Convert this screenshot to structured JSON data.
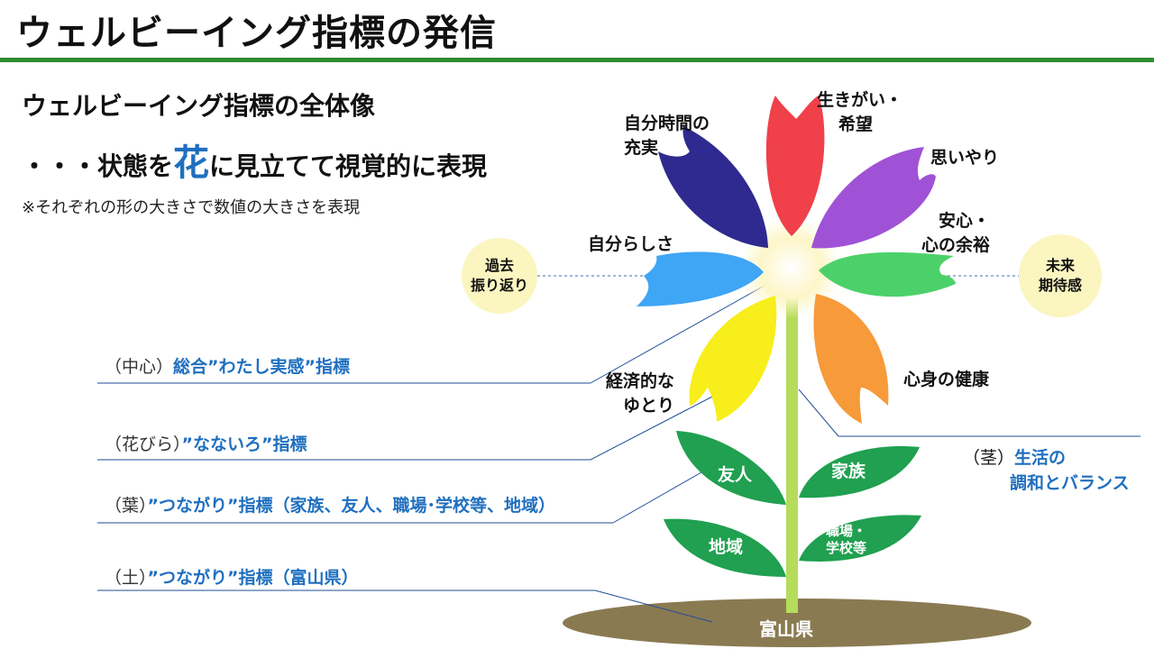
{
  "header": {
    "title": "ウェルビーイング指標の発信"
  },
  "intro": {
    "line1": "ウェルビーイング指標の全体像",
    "line2_prefix": "・・・状態を",
    "line2_emph": "花",
    "line2_suffix": "に見立てて視覚的に表現",
    "note": "※それぞれの形の大きさで数値の大きさを表現"
  },
  "petals": [
    {
      "id": "ikigai",
      "lines": [
        "生きがい・",
        "希望"
      ],
      "color": "#f0404a"
    },
    {
      "id": "omoiyari",
      "lines": [
        "思いやり"
      ],
      "color": "#a052d6"
    },
    {
      "id": "anshin",
      "lines": [
        "安心・",
        "心の余裕"
      ],
      "color": "#4cd16a"
    },
    {
      "id": "kenko",
      "lines": [
        "心身の健康"
      ],
      "color": "#f79a3a"
    },
    {
      "id": "keizai",
      "lines": [
        "経済的な",
        "ゆとり"
      ],
      "color": "#f7ee1c"
    },
    {
      "id": "jibunrashisa",
      "lines": [
        "自分らしさ"
      ],
      "color": "#3fa5f5"
    },
    {
      "id": "jibunjikan",
      "lines": [
        "自分時間の",
        "充実"
      ],
      "color": "#2e2a8f"
    }
  ],
  "leaves": [
    {
      "id": "yujin",
      "label": "友人"
    },
    {
      "id": "kazoku",
      "label": "家族"
    },
    {
      "id": "chiiki",
      "label": "地域"
    },
    {
      "id": "shokuba",
      "label_lines": [
        "職場・",
        "学校等"
      ]
    }
  ],
  "circles": {
    "past": [
      "過去",
      "振り返り"
    ],
    "future": [
      "未来",
      "期待感"
    ]
  },
  "soil": {
    "label": "富山県"
  },
  "legend": {
    "center": {
      "paren": "（中心）",
      "text": "総合”わたし実感”指標"
    },
    "petals": {
      "paren": "（花びら）",
      "text": "”なないろ”指標"
    },
    "leaves": {
      "paren": "（葉）",
      "text": "”つながり”指標（家族、友人、職場･学校等、地域）"
    },
    "soil": {
      "paren": "（土）",
      "text": "”つながり”指標（富山県）"
    },
    "stem": {
      "paren": "（茎）",
      "line1": "生活の",
      "line2": "調和とバランス"
    }
  },
  "colors": {
    "accent_green": "#2e8b2e",
    "label_blue": "#1f6fbf",
    "stem": "#b5dc5a",
    "leaf": "#20a050",
    "soil": "#8a7a52",
    "circle": "#fbf5c0"
  }
}
